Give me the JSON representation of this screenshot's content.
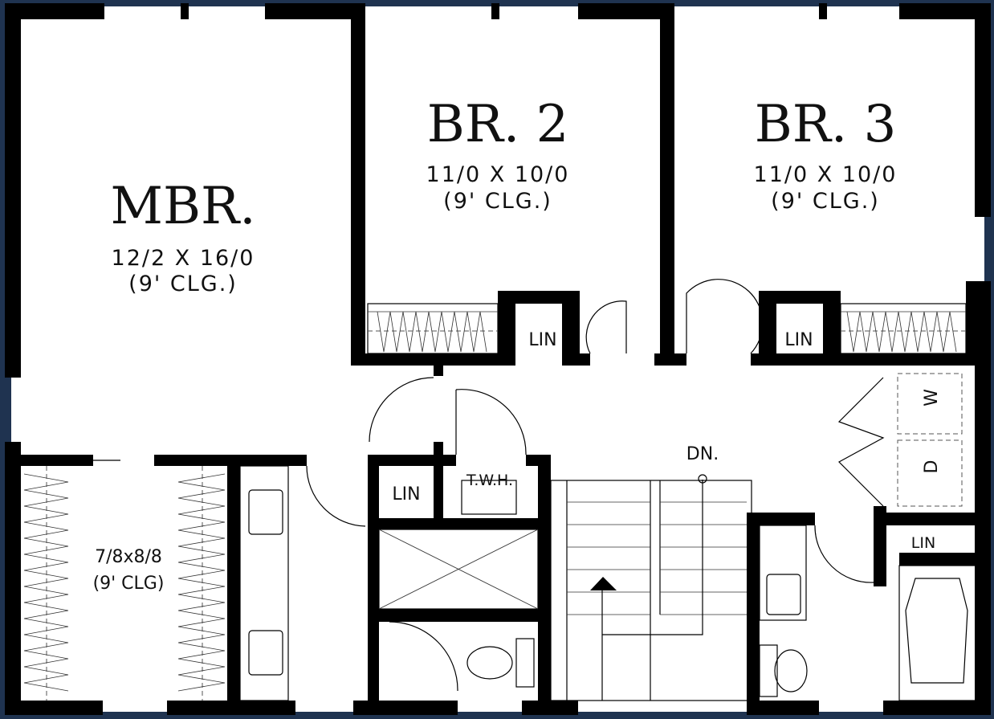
{
  "rooms": {
    "mbr": {
      "name": "MBR.",
      "size": "12/2 X 16/0",
      "ceiling": "(9' CLG.)"
    },
    "br2": {
      "name": "BR. 2",
      "size": "11/0 X 10/0",
      "ceiling": "(9' CLG.)"
    },
    "br3": {
      "name": "BR. 3",
      "size": "11/0 X 10/0",
      "ceiling": "(9' CLG.)"
    },
    "closet": {
      "size": "7/8x8/8",
      "ceiling": "(9' CLG)"
    }
  },
  "labels": {
    "lin_br2": "LIN",
    "lin_br3": "LIN",
    "lin_hall": "LIN",
    "lin_bath": "LIN",
    "twh": "T.W.H.",
    "stairs": "DN.",
    "washer": "W",
    "dryer": "D"
  }
}
